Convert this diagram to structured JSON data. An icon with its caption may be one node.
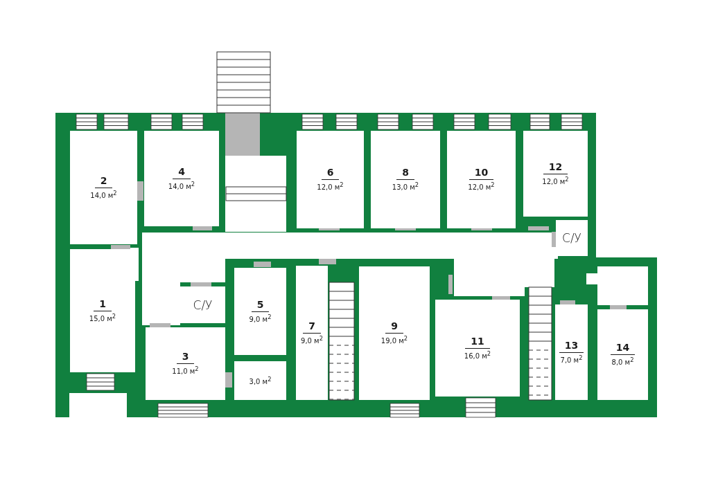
{
  "diagram": {
    "nodes": [
      {
        "text": [
          "2",
          "14,0 м$^{2}$"
        ]
      },
      {
        "text": [
          "4",
          "14,0 м$^{2}$"
        ]
      },
      {
        "text": [
          "6",
          "12,0 м$^{2}$"
        ]
      },
      {
        "text": [
          "8",
          "13,0 м$^{2}$"
        ]
      },
      {
        "text": [
          "10",
          "12,0 м$^{2}$"
        ]
      },
      {
        "text": [
          "12",
          "12,0 м$^{2}$"
        ]
      },
      {
        "text": [
          "С/У"
        ]
      },
      {
        "text": [
          "1",
          "15,0 м$^{2}$"
        ]
      },
      {
        "text": [
          "С/У"
        ]
      },
      {
        "text": [
          "5",
          "9,0 м$^{2}$"
        ]
      },
      {
        "text": [
          "7",
          "9,0 м$^{2}$"
        ]
      },
      {
        "text": [
          "9",
          "19,0 м$^{2}$"
        ]
      },
      {
        "text": [
          "11",
          "16,0 м$^{2}$"
        ]
      },
      {
        "text": [
          "13",
          "7,0 м$^{2}$"
        ]
      },
      {
        "text": [
          "14",
          "8,0 м$^{2}$"
        ]
      },
      {
        "text": [
          "3",
          "11,0 м$^{2}$"
        ]
      },
      {
        "text": [
          "3,0 м$^{2}$"
        ]
      }
    ]
  }
}
